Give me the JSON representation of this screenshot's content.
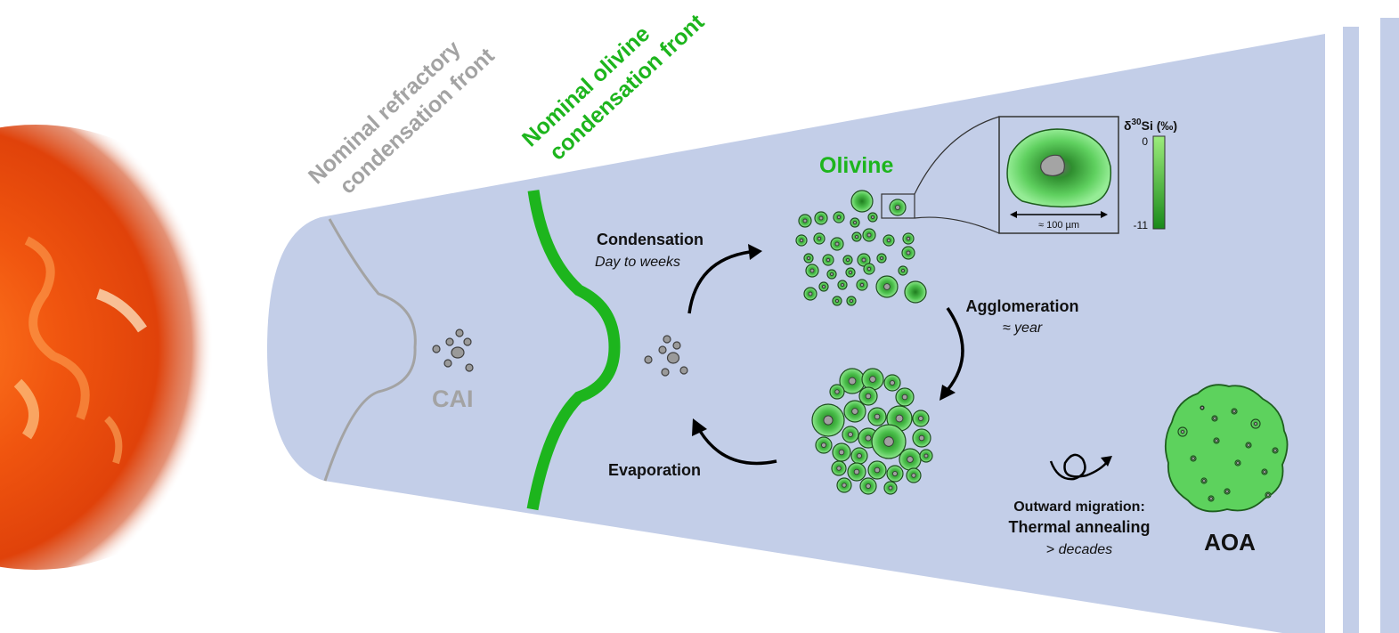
{
  "labels": {
    "refractory_front_line1": "Nominal refractory",
    "refractory_front_line2": "condensation front",
    "olivine_front_line1": "Nominal olivine",
    "olivine_front_line2": "condensation front",
    "cai": "CAI",
    "olivine": "Olivine",
    "condensation": "Condensation",
    "condensation_time": "Day to weeks",
    "agglomeration": "Agglomeration",
    "agglomeration_time": "≈ year",
    "evaporation": "Evaporation",
    "migration_line1": "Outward migration:",
    "migration_line2": "Thermal annealing",
    "migration_time_prefix": "> ",
    "migration_time": "decades",
    "aoa": "AOA",
    "scale_bar": "≈ 100 µm",
    "colorbar_title_delta": "δ",
    "colorbar_title_sup": "30",
    "colorbar_title_rest": "Si (‰)",
    "colorbar_max": "0",
    "colorbar_min": "-11"
  },
  "colors": {
    "disk": "#c3cee8",
    "olivine_green": "#1db51d",
    "refractory_gray": "#a3a3a3",
    "dark_green": "#1c7a1c",
    "light_green": "#7ee07e"
  }
}
